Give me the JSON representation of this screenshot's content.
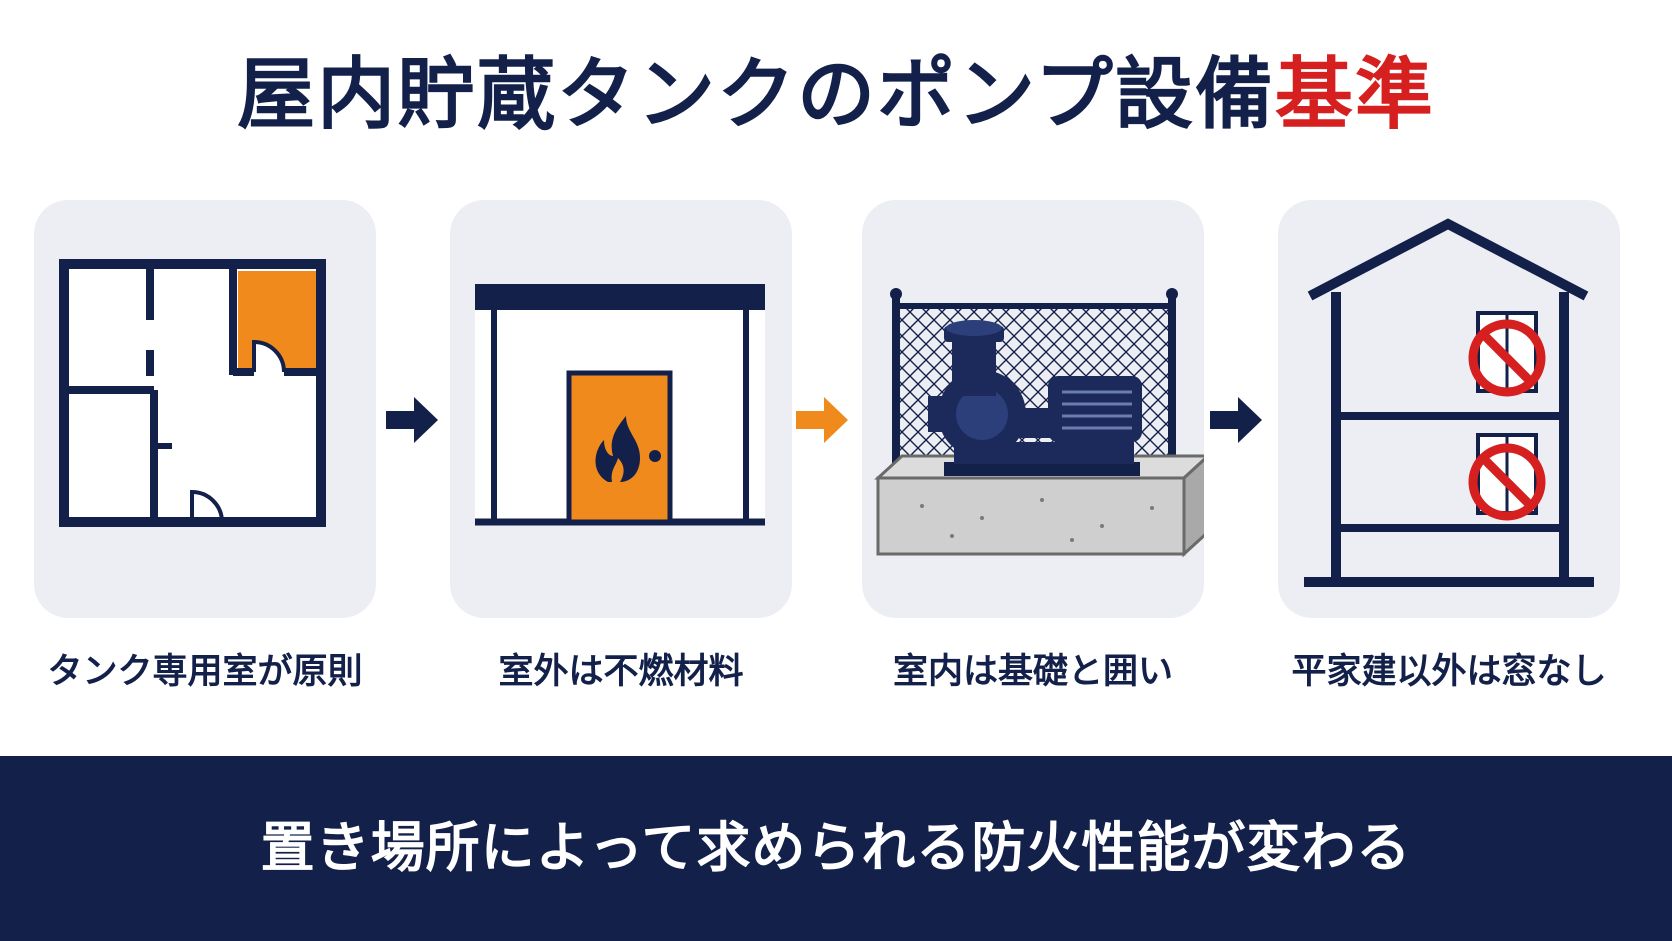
{
  "title": {
    "main": "屋内貯蔵タンクのポンプ設備",
    "accent": "基準"
  },
  "steps": [
    {
      "label": "タンク専用室が原則",
      "icon": "floor-plan-icon"
    },
    {
      "label": "室外は不燃材料",
      "icon": "fireproof-door-icon"
    },
    {
      "label": "室内は基礎と囲い",
      "icon": "pump-on-foundation-icon"
    },
    {
      "label": "平家建以外は窓なし",
      "icon": "no-window-building-icon"
    }
  ],
  "arrows": [
    "arrow-right-icon",
    "arrow-right-icon",
    "arrow-right-icon"
  ],
  "footer": {
    "text": "置き場所によって求められる防火性能が変わる"
  },
  "colors": {
    "navy": "#12204a",
    "orange": "#f08a1c",
    "red": "#d62020",
    "card": "#eceef3",
    "concrete": "#cfcfcf"
  }
}
